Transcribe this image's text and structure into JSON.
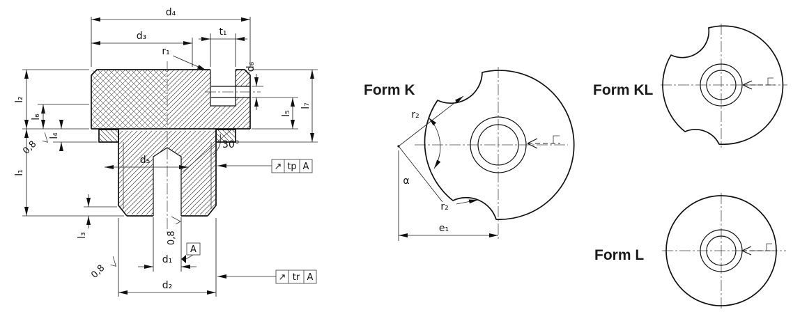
{
  "section": {
    "dims": {
      "d1": "d₁",
      "d2": "d₂",
      "d3": "d₃",
      "d4": "d₄",
      "d5": "d₅",
      "d6": "d₆",
      "t1": "t₁",
      "r1": "r₁",
      "l1": "l₁",
      "l2": "l₂",
      "l3": "l₃",
      "l4": "l₄",
      "l5": "l₅",
      "l6": "l₆",
      "l7": "l₇",
      "angle": "30°"
    },
    "roughness": "0,8",
    "datum": "A",
    "frames": {
      "tp": {
        "symbol": "↗",
        "label": "tp",
        "datum": "A"
      },
      "tr": {
        "symbol": "↗",
        "label": "tr",
        "datum": "A"
      }
    }
  },
  "forms": [
    {
      "label": "Form K",
      "dims": {
        "r2": "r₂",
        "alpha": "α",
        "e1": "e₁"
      }
    },
    {
      "label": "Form KL"
    },
    {
      "label": "Form L"
    }
  ],
  "colors": {
    "line": "#111111",
    "background": "#ffffff"
  }
}
